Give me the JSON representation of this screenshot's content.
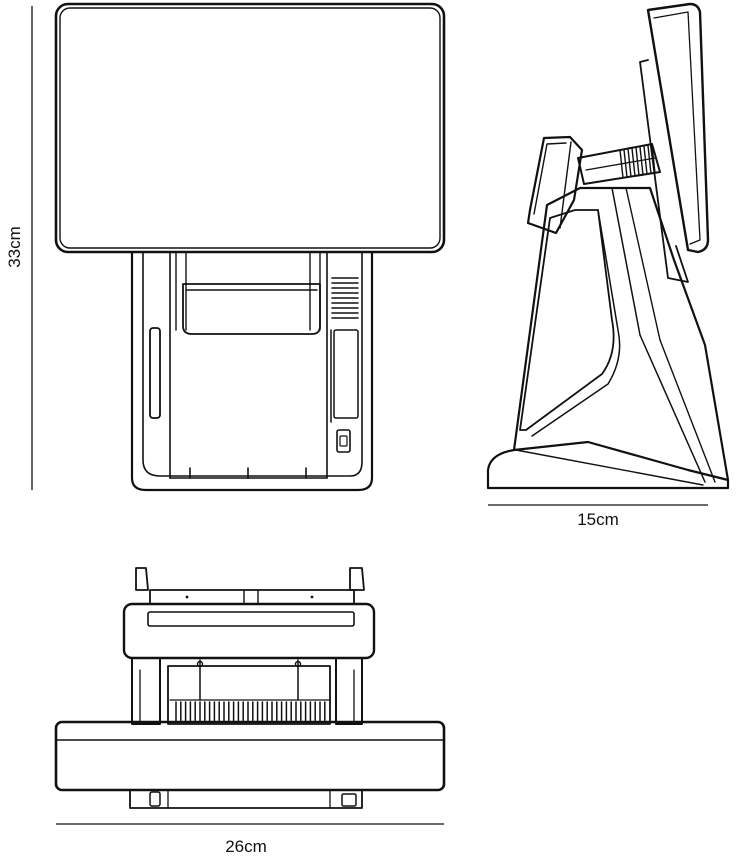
{
  "dimensions": {
    "height": "33cm",
    "depth": "15cm",
    "width": "26cm"
  },
  "colors": {
    "line": "#111111",
    "dark_fill": "#1f1f1f",
    "background": "#ffffff"
  }
}
